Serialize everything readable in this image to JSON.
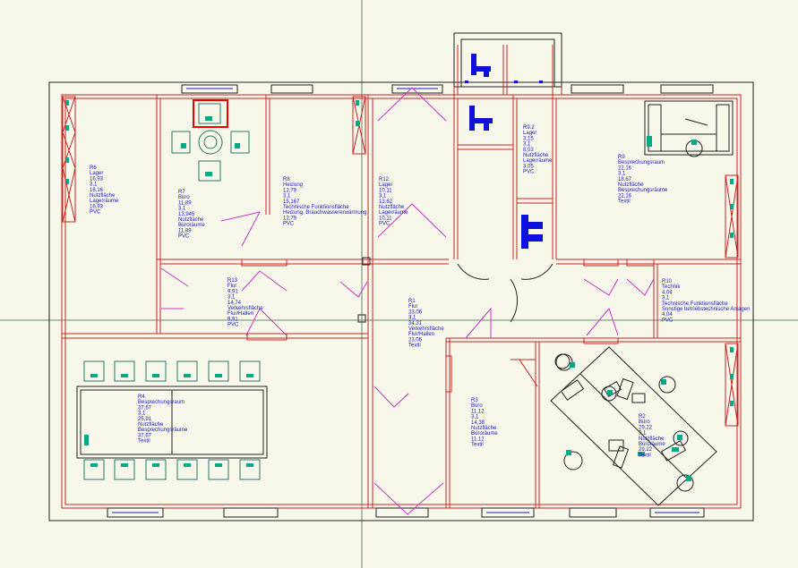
{
  "colors": {
    "background": "#f7f7ea",
    "outline": "#222222",
    "wall": "#cc2222",
    "door_swing": "#cc33cc",
    "label": "#1a1acc",
    "furniture": "#2a7a6a",
    "accent_fill": "#00aa88",
    "sanitary": "#1010dd",
    "guide_line": "#6a8a6a",
    "selection": "#ee0000"
  },
  "rooms": [
    {
      "id": "R6",
      "lines": [
        "R6",
        "Lager",
        "16,93",
        "3,1",
        "16,16",
        "Nutzfläche",
        "Lagerräume",
        "16,93",
        "PVC"
      ]
    },
    {
      "id": "R7",
      "lines": [
        "R7",
        "Büro",
        "11,89",
        "3,1",
        "13,945",
        "Nutzfläche",
        "Büroräume",
        "11,89",
        "PVC"
      ]
    },
    {
      "id": "R8",
      "lines": [
        "R8",
        "Heizung",
        "12,79",
        "3,1",
        "15,167",
        "Technische Funktionsfläche",
        "Heizung, Brauchwassererwärmung",
        "12,79",
        "PVC"
      ]
    },
    {
      "id": "R12",
      "lines": [
        "R12",
        "Lager",
        "10,11",
        "3,1",
        "13,62",
        "Nutzfläche",
        "Lagerräume",
        "10,11",
        "PVC"
      ]
    },
    {
      "id": "R9.2",
      "lines": [
        "R9.2",
        "Lager",
        "3,15",
        "3,1",
        "8,03",
        "Nutzfläche",
        "Lagerräume",
        "3,05",
        "PVC"
      ]
    },
    {
      "id": "R9",
      "lines": [
        "R9",
        "Besprechungsraum",
        "22,16",
        "3,1",
        "18,67",
        "Nutzfläche",
        "Besprechungsräume",
        "22,16",
        "Textil"
      ]
    },
    {
      "id": "R13",
      "lines": [
        "R13",
        "Flur",
        "9,91",
        "3,1",
        "14,74",
        "Verkehrsfläche",
        "Flur/Hallen",
        "9,91",
        "PVC"
      ]
    },
    {
      "id": "R1",
      "lines": [
        "R1",
        "Flur",
        "23,06",
        "3,1",
        "34,31",
        "Verkehrsfläche",
        "Flur/Hallen",
        "23,06",
        "Textil"
      ]
    },
    {
      "id": "R10",
      "lines": [
        "R10",
        "Technik",
        "4,04",
        "3,1",
        "",
        "Technische Funktionsfläche",
        "Sonstige betriebstechnische Anlagen",
        "4,04",
        "PVC"
      ]
    },
    {
      "id": "R4",
      "lines": [
        "R4",
        "Besprechungsraum",
        "37,67",
        "3,1",
        "25,91",
        "Nutzfläche",
        "Besprechungsräume",
        "37,67",
        "Textil"
      ]
    },
    {
      "id": "R3",
      "lines": [
        "R3",
        "Büro",
        "11,12",
        "3,1",
        "14,38",
        "Nutzfläche",
        "Büroräume",
        "11,12",
        "Textil"
      ]
    },
    {
      "id": "R2",
      "lines": [
        "R2",
        "Büro",
        "29,22",
        "3,1",
        "",
        "Nutzfläche",
        "Büroräume",
        "29,22",
        "Textil"
      ]
    }
  ]
}
